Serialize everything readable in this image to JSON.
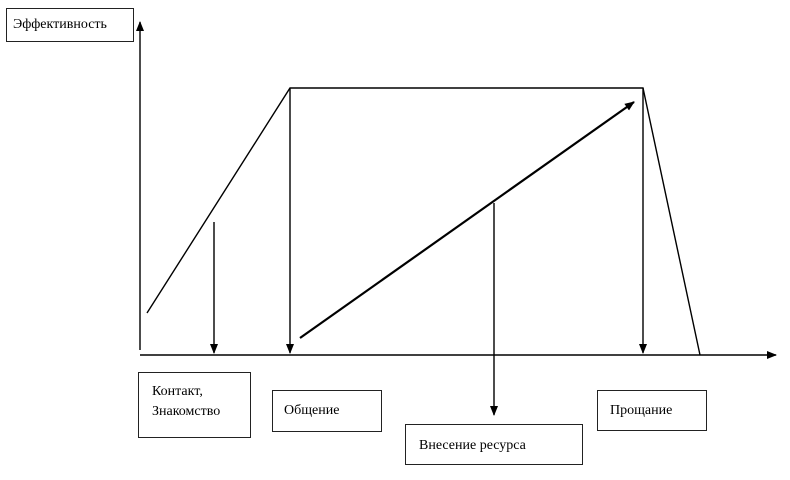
{
  "axis_title": "Эффективность",
  "stages": {
    "contact": "Контакт,\nЗнакомство",
    "communication": "Общение",
    "resource": "Внесение ресурса",
    "farewell": "Прощание"
  },
  "colors": {
    "line": "#000000",
    "box_border": "#222222",
    "background": "#ffffff"
  }
}
